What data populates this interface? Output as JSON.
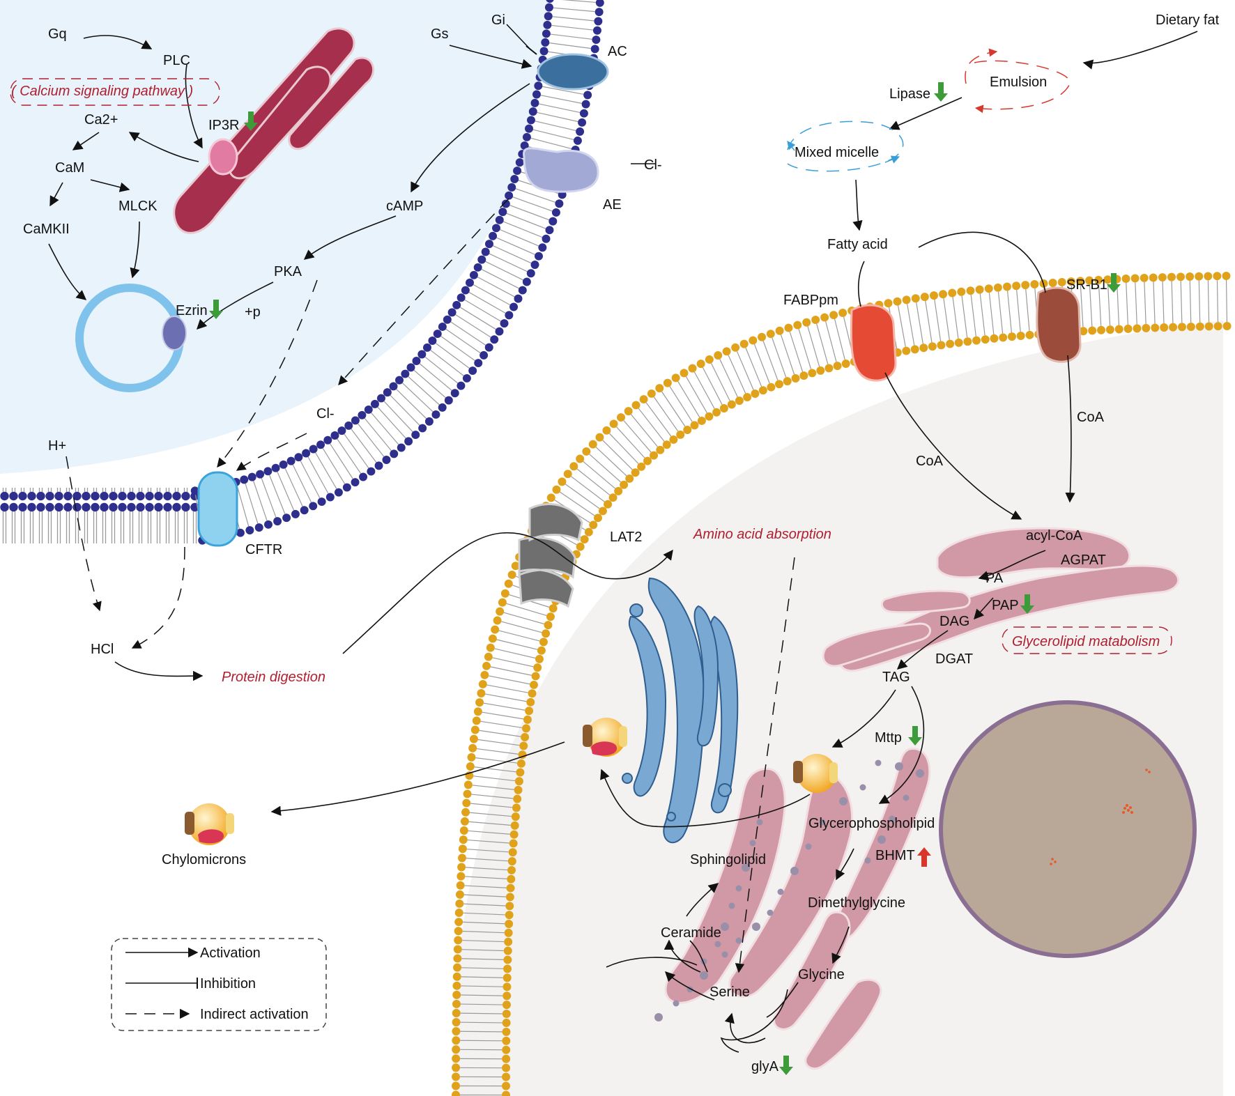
{
  "labels": {
    "gq": "Gq",
    "plc": "PLC",
    "calcium_pathway": "( Calcium signaling pathway )",
    "ca2": "Ca2+",
    "ip3r": "IP3R",
    "cam": "CaM",
    "mlck": "MLCK",
    "camkii": "CaMKII",
    "ezrin": "Ezrin",
    "plus_p": "+p",
    "pka": "PKA",
    "camp": "cAMP",
    "gs": "Gs",
    "gi": "Gi",
    "ac": "AC",
    "cl_out": "Cl-",
    "ae": "AE",
    "cl_in": "Cl-",
    "h_plus": "H+",
    "cftr": "CFTR",
    "hcl": "HCl",
    "protein_digestion": "Protein digestion",
    "lat2": "LAT2",
    "amino_acid_absorption": "Amino acid absorption",
    "dietary_fat": "Dietary fat",
    "emulsion": "Emulsion",
    "lipase": "Lipase",
    "mixed_micelle": "Mixed micelle",
    "fatty_acid": "Fatty acid",
    "fabppm": "FABPpm",
    "srb1": "SR-B1",
    "coa_right": "CoA",
    "coa_left": "CoA",
    "acyl_coa": "acyl-CoA",
    "agpat": "AGPAT",
    "pa": "PA",
    "pap": "PAP",
    "dag": "DAG",
    "glycerolipid": "Glycerolipid matabolism",
    "dgat": "DGAT",
    "tag": "TAG",
    "mttp": "Mttp",
    "glycerophospholipid": "Glycerophospholipid",
    "bhmt": "BHMT",
    "sphingolipid": "Sphingolipid",
    "dimethylglycine": "Dimethylglycine",
    "ceramide": "Ceramide",
    "glycine": "Glycine",
    "serine": "Serine",
    "glya": "glyA",
    "chylomicrons": "Chylomicrons"
  },
  "regulation": {
    "ip3r": "down",
    "ezrin": "down",
    "lipase": "down",
    "srb1": "down",
    "pap": "down",
    "mttp": "down",
    "bhmt": "up",
    "glya": "down"
  },
  "legend": {
    "activation": "Activation",
    "inhibition": "Inhibition",
    "indirect": "Indirect activation"
  },
  "colors": {
    "membrane_blue": "#2e2f8c",
    "membrane_orange": "#e0a21a",
    "er_pink": "#c9818f",
    "golgi_blue": "#6f9fca",
    "down_arrow": "#3e9b3a",
    "up_arrow": "#d8372b",
    "pathway_red": "#b01e2f",
    "nucleus": "#b9a898"
  }
}
